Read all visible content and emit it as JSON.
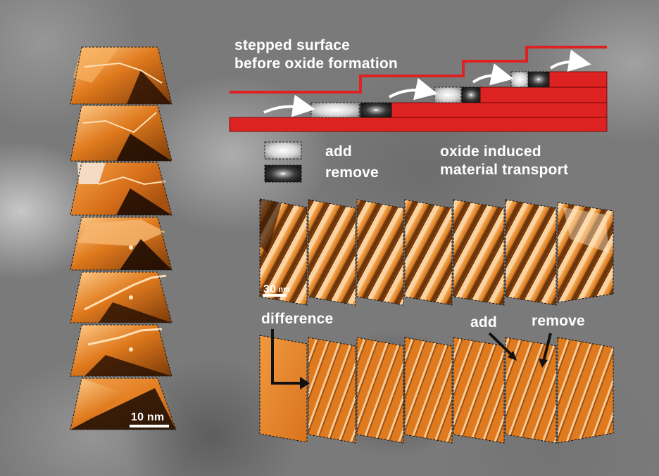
{
  "diagram": {
    "title_line1": "stepped surface",
    "title_line2": "before oxide formation",
    "legend_add": "add",
    "legend_remove": "remove",
    "legend_note_line1": "oxide induced",
    "legend_note_line2": "material transport",
    "scale_left": "10 nm",
    "scale_right_value": "30",
    "scale_right_unit": "nm",
    "label_difference": "difference",
    "label_add": "add",
    "label_remove": "remove",
    "colors": {
      "step_red": "#dd2222",
      "stm_orange": "#e07a1e",
      "stm_light": "#ffd6a0",
      "stm_dark": "#3a1a05"
    }
  }
}
